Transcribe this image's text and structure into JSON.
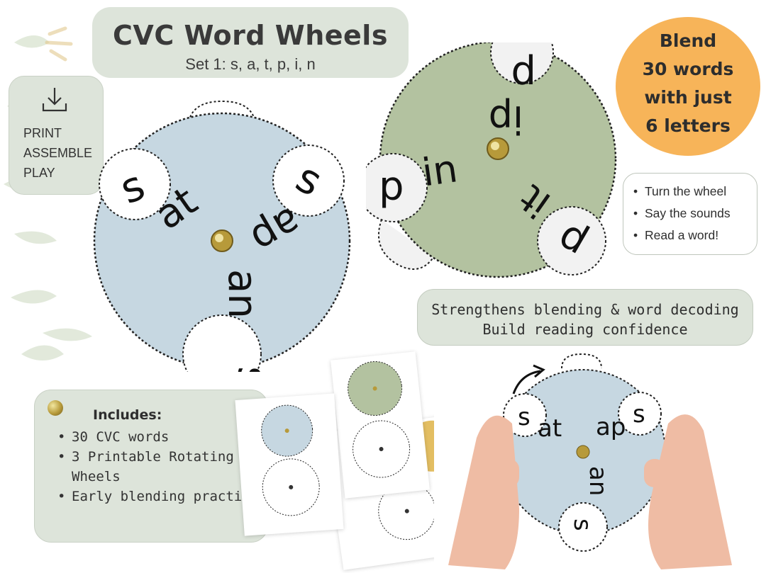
{
  "header": {
    "title": "CVC Word Wheels",
    "subtitle": "Set 1: s, a, t, p, i, n"
  },
  "steps": {
    "icon": "download-icon",
    "lines": [
      "PRINT",
      "ASSEMBLE",
      "PLAY"
    ]
  },
  "blend_badge": {
    "lines": [
      "Blend",
      "30 words",
      "with just",
      "6 letters"
    ]
  },
  "instructions": {
    "items": [
      "Turn the wheel",
      "Say the sounds",
      "Read a word!"
    ]
  },
  "benefits": {
    "line1": "Strengthens blending & word decoding",
    "line2": "Build reading confidence"
  },
  "includes": {
    "heading": "Includes:",
    "items": [
      "30 CVC words",
      "3 Printable Rotating Wheels",
      "Early blending practice"
    ]
  },
  "wheels": {
    "blue": {
      "color": "#c6d7e1",
      "top": "at",
      "right": "ap",
      "bottom": "an",
      "letter": "s"
    },
    "green": {
      "color": "#b3c2a0",
      "top": "ip",
      "left": "in",
      "right": "it",
      "letter": "p"
    },
    "photo": {
      "top": "at",
      "right": "ap",
      "bottom": "an",
      "letter": "s"
    }
  },
  "colors": {
    "panel": "#dde4da",
    "badge": "#f7b459",
    "blue_wheel": "#c6d7e1",
    "green_wheel": "#b3c2a0",
    "gold": "#b79a3a"
  }
}
